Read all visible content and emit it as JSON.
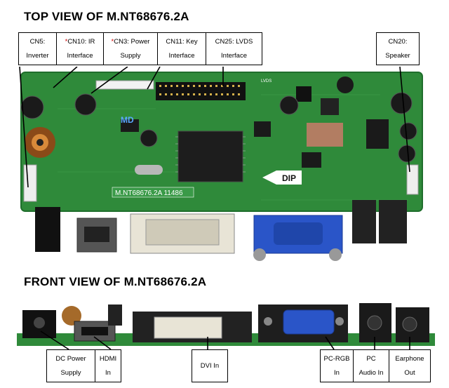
{
  "top_title": "TOP VIEW OF M.NT68676.2A",
  "front_title": "FRONT VIEW OF M.NT68676.2A",
  "top_labels": [
    {
      "line1": "CN5:",
      "line2": "Inverter",
      "star": ""
    },
    {
      "line1": "CN10: IR",
      "line2": "Interface",
      "star": "*"
    },
    {
      "line1": "CN3: Power",
      "line2": "Supply",
      "star": "*"
    },
    {
      "line1": "CN11: Key",
      "line2": "Interface",
      "star": ""
    },
    {
      "line1": "CN25: LVDS",
      "line2": "Interface",
      "star": ""
    }
  ],
  "speaker_label": {
    "line1": "CN20:",
    "line2": "Speaker"
  },
  "bottom_labels": [
    {
      "line1": "DC Power",
      "line2": "Supply"
    },
    {
      "line1": "HDMI",
      "line2": "In"
    }
  ],
  "dvi_label": "DVI In",
  "right_bottom_labels": [
    {
      "line1": "PC-RGB",
      "line2": "In"
    },
    {
      "line1": "PC",
      "line2": "Audio In"
    },
    {
      "line1": "Earphone",
      "line2": "Out"
    }
  ],
  "board_text": {
    "model": "M.NT68676.2A 11486",
    "dip": "DIP",
    "lvds": "LVDS",
    "logo": "MD"
  },
  "colors": {
    "pcb_green": "#2f8a3a",
    "pcb_dark": "#1f6e2c",
    "vga_blue": "#2a55c8",
    "star_red": "#d00000"
  }
}
